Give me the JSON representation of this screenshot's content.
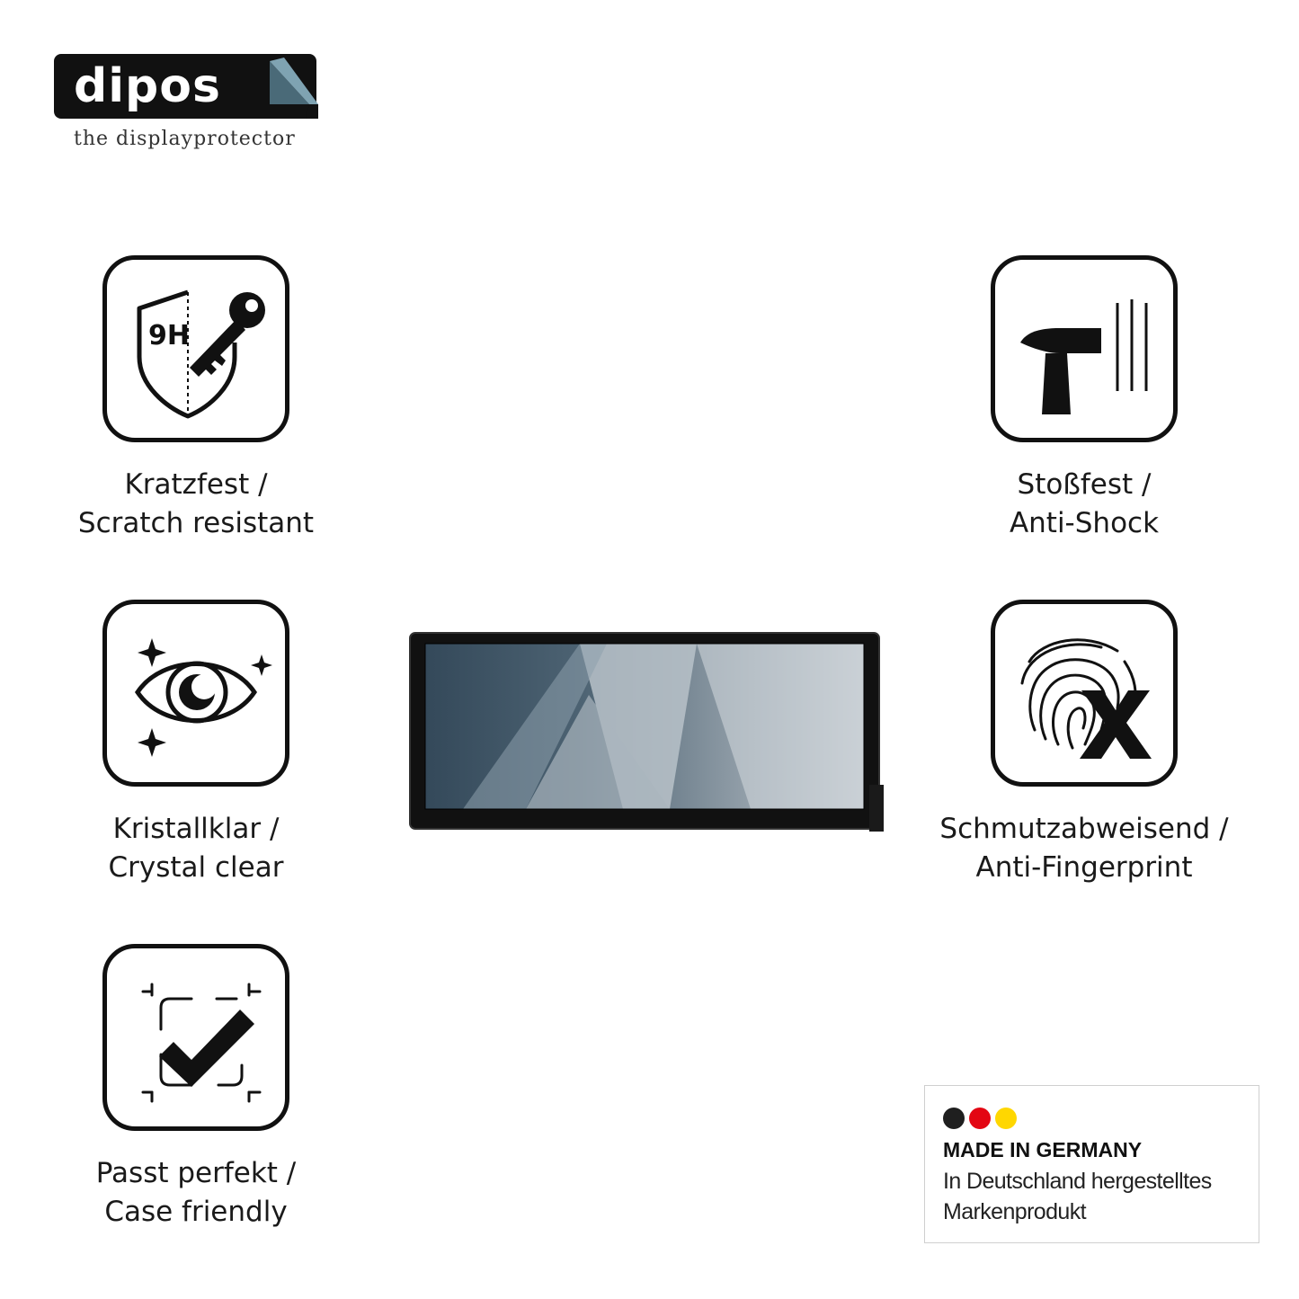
{
  "brand": {
    "name": "dipos",
    "tagline": "the displayprotector"
  },
  "features": [
    {
      "icon": "shield-9h-key-icon",
      "line1": "Kratzfest /",
      "line2": "Scratch resistant",
      "icon_text": "9H"
    },
    {
      "icon": "hammer-icon",
      "line1": "Stoßfest /",
      "line2": "Anti-Shock"
    },
    {
      "icon": "eye-sparkle-icon",
      "line1": "Kristallklar /",
      "line2": "Crystal clear"
    },
    {
      "icon": "fingerprint-x-icon",
      "line1": "Schmutzabweisend /",
      "line2": "Anti-Fingerprint"
    },
    {
      "icon": "checkmark-frame-icon",
      "line1": "Passt perfekt /",
      "line2": "Case friendly"
    }
  ],
  "product": {
    "icon": "car-display-screen"
  },
  "badge": {
    "title": "MADE IN GERMANY",
    "line1": "In Deutschland hergestelltes",
    "line2": "Markenprodukt",
    "colors": [
      "#1f1f1f",
      "#e30613",
      "#ffd700"
    ]
  }
}
